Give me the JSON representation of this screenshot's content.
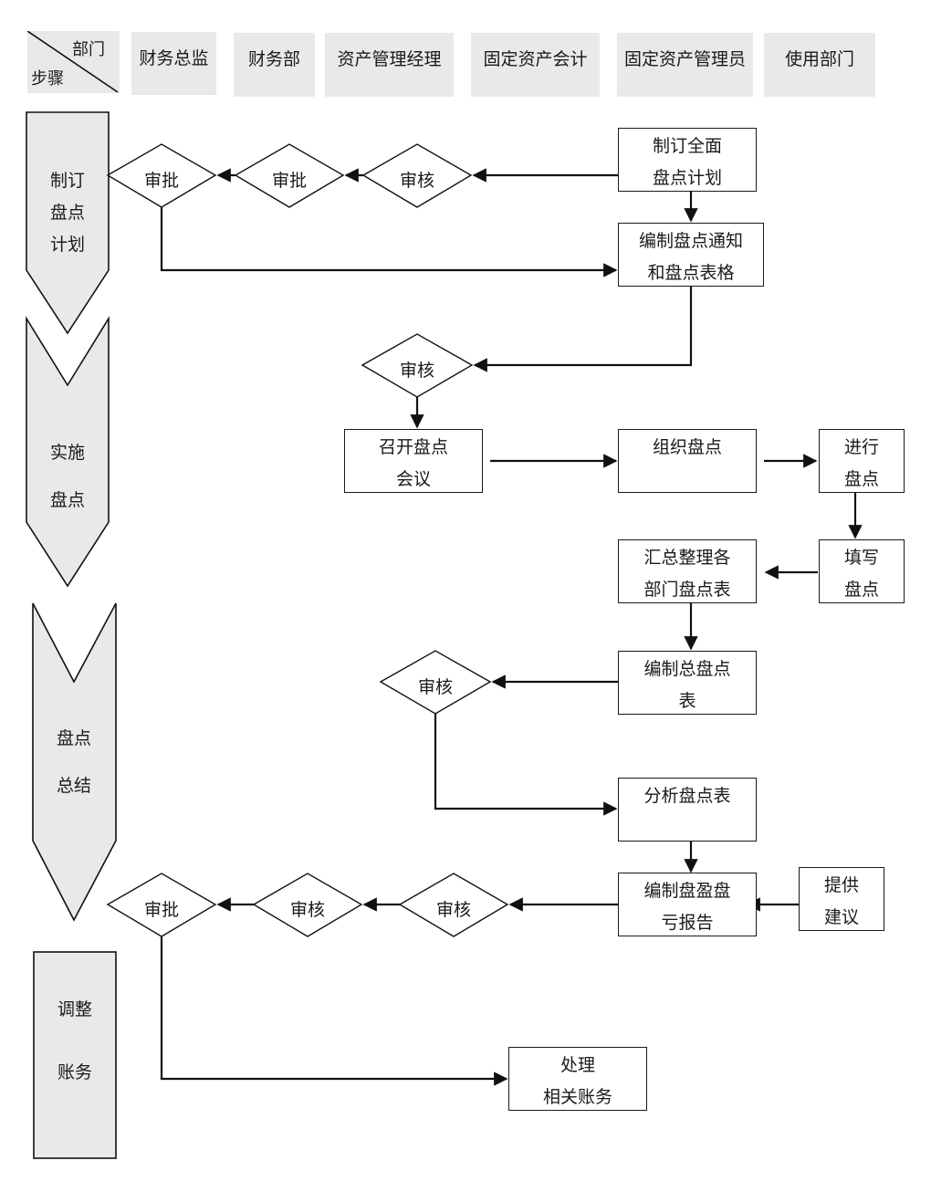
{
  "header": {
    "corner_top": "部门",
    "corner_bottom": "步骤",
    "departments": [
      "财务总监",
      "财务部",
      "资产管理经理",
      "固定资产会计",
      "固定资产管理员",
      "使用部门"
    ]
  },
  "stages": [
    {
      "line1": "制订",
      "line2": "盘点",
      "line3": "计划"
    },
    {
      "line1": "实施",
      "line2": "盘点"
    },
    {
      "line1": "盘点",
      "line2": "总结"
    },
    {
      "line1": "调整",
      "line2": "账务"
    }
  ],
  "boxes": {
    "make_plan": {
      "line1": "制订全面",
      "line2": "盘点计划"
    },
    "notice_forms": {
      "line1": "编制盘点通知",
      "line2": "和盘点表格"
    },
    "meeting": {
      "line1": "召开盘点",
      "line2": "会议"
    },
    "organize": {
      "line1": "组织盘点",
      "line2": ""
    },
    "conduct": {
      "line1": "进行",
      "line2": "盘点"
    },
    "summarize_dept": {
      "line1": "汇总整理各",
      "line2": "部门盘点表"
    },
    "fill_in": {
      "line1": "填写",
      "line2": "盘点"
    },
    "total_sheet": {
      "line1": "编制总盘点",
      "line2": "表"
    },
    "analyze": {
      "line1": "分析盘点表",
      "line2": ""
    },
    "report": {
      "line1": "编制盘盈盘",
      "line2": "亏报告"
    },
    "suggest": {
      "line1": "提供",
      "line2": "建议"
    },
    "process": {
      "line1": "处理",
      "line2": "相关账务"
    }
  },
  "decisions": {
    "plan_approve_cfo": "审批",
    "plan_approve_fin": "审批",
    "plan_review_mgr": "审核",
    "notice_review_mgr": "审核",
    "total_review_mgr": "审核",
    "report_approve_cfo": "审批",
    "report_review_fin": "审核",
    "report_review_mgr": "审核"
  }
}
